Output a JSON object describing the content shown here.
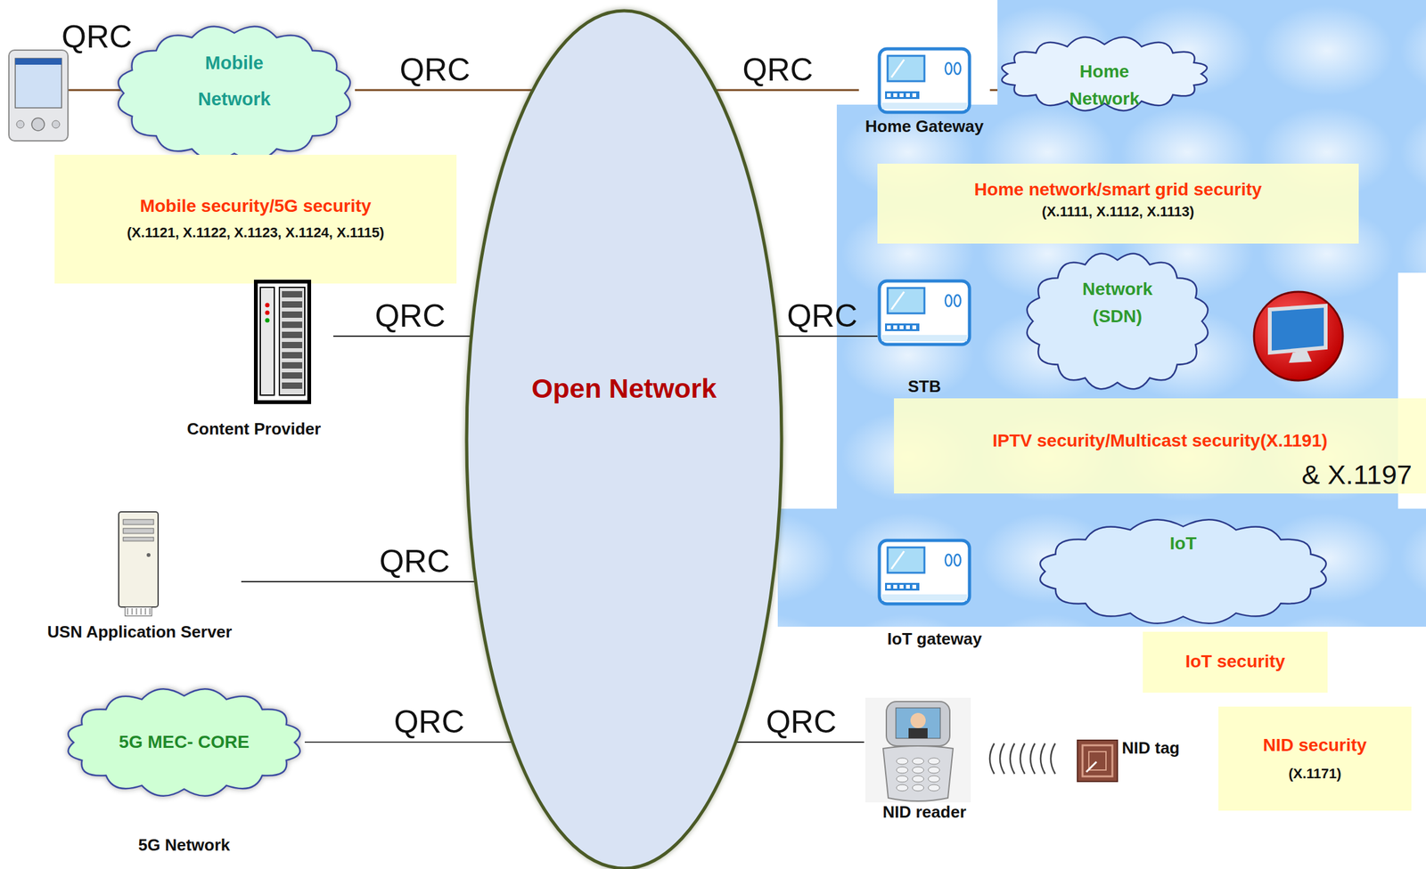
{
  "diagram": {
    "nodes": [
      {
        "text": [
          "Mobile Network"
        ]
      },
      {
        "text": [
          "Home Gateway"
        ]
      },
      {
        "text": [
          "Home Network"
        ]
      },
      {
        "text": [
          "Mobile security/5G security",
          "(X.1121, X.1122, X.1123, X.1124, X.1115)"
        ]
      },
      {
        "text": [
          "Home network/smart grid security",
          "(X.1111, X.1112, X.1113)"
        ]
      },
      {
        "text": [
          "Content Provider"
        ]
      },
      {
        "text": [
          "Open Network"
        ]
      },
      {
        "text": [
          "STB"
        ]
      },
      {
        "text": [
          "Network (SDN)"
        ]
      },
      {
        "text": [
          "IPTV security/Multicast security(X.1191)",
          "& X.1197"
        ]
      },
      {
        "text": [
          "USN Application Server"
        ]
      },
      {
        "text": [
          "IoT gateway"
        ]
      },
      {
        "text": [
          "IoT"
        ]
      },
      {
        "text": [
          "IoT security"
        ]
      },
      {
        "text": [
          "5G MEC- CORE",
          "5G Network"
        ]
      },
      {
        "text": [
          "NID reader"
        ]
      },
      {
        "text": [
          "NID tag"
        ]
      },
      {
        "text": [
          "NID security",
          "(X.1171)"
        ]
      }
    ],
    "edges": [
      {
        "from": 0,
        "to": 6,
        "label": "QRC",
        "arrow": "none"
      },
      {
        "from": 6,
        "to": 1,
        "label": "QRC",
        "arrow": "none"
      },
      {
        "from": 1,
        "to": 2,
        "arrow": "none"
      },
      {
        "from": 5,
        "to": 6,
        "label": "QRC",
        "arrow": "none"
      },
      {
        "from": 6,
        "to": 7,
        "label": "QRC",
        "arrow": "none"
      },
      {
        "from": 10,
        "to": 6,
        "label": "QRC",
        "arrow": "none"
      },
      {
        "from": 14,
        "to": 6,
        "label": "QRC",
        "arrow": "none"
      },
      {
        "from": 6,
        "to": 15,
        "label": "QRC",
        "arrow": "none"
      }
    ],
    "labels": [
      "QRC"
    ]
  }
}
